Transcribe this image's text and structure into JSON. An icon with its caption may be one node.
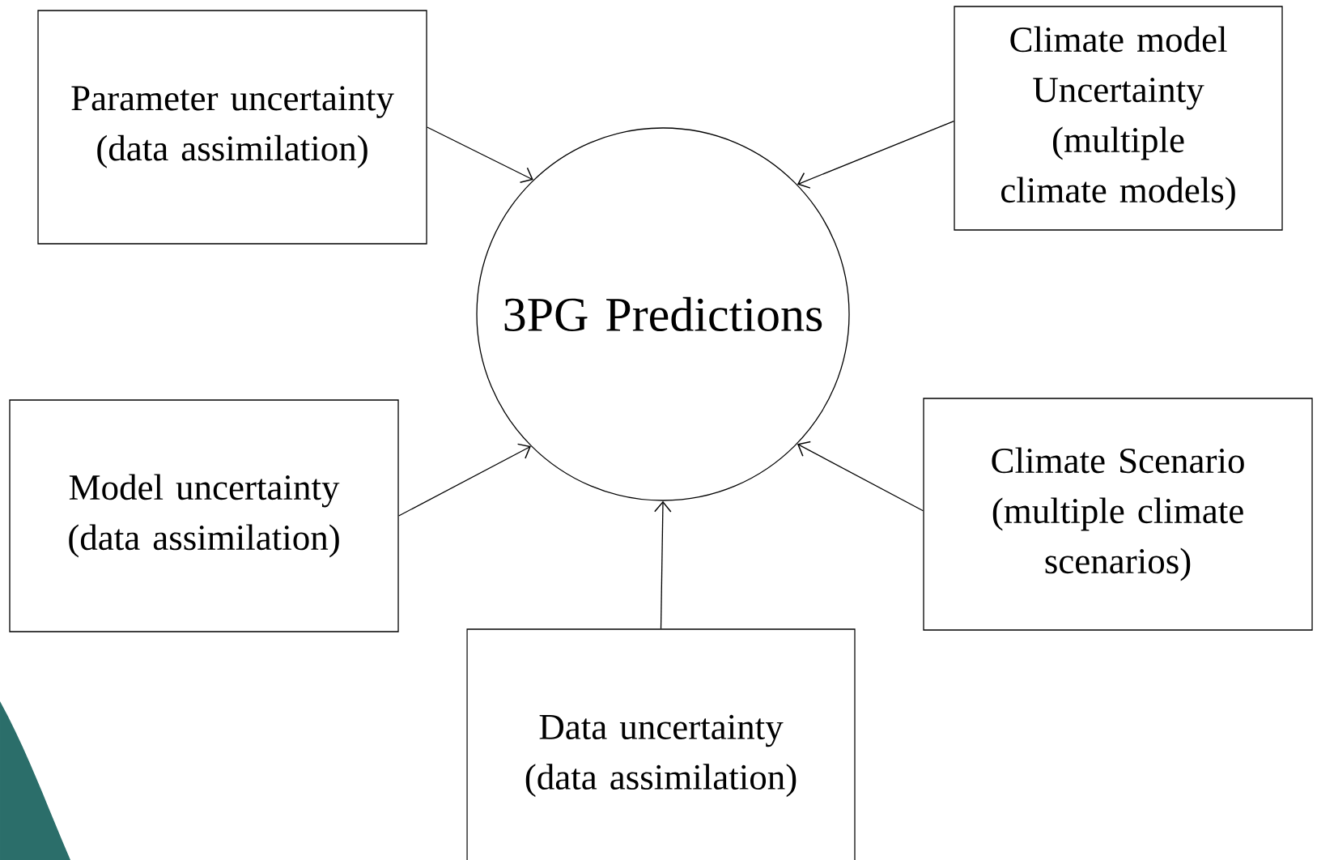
{
  "diagram": {
    "nodes": [
      {
        "text": [
          "Parameter uncertainty (data assimilation)"
        ]
      },
      {
        "text": [
          "Climate model Uncertainty (multiple climate models)"
        ]
      },
      {
        "text": [
          "3PG Predictions"
        ]
      },
      {
        "text": [
          "Model uncertainty (data assimilation)"
        ]
      },
      {
        "text": [
          "Climate Scenario (multiple climate scenarios)"
        ]
      },
      {
        "text": [
          "Data uncertainty (data assimilation)"
        ]
      }
    ],
    "edges": [
      {
        "from": 0,
        "to": 2,
        "arrow": "to"
      },
      {
        "from": 1,
        "to": 2,
        "arrow": "to"
      },
      {
        "from": 3,
        "to": 2,
        "arrow": "to"
      },
      {
        "from": 4,
        "to": 2,
        "arrow": "to"
      },
      {
        "from": 5,
        "to": 2,
        "arrow": "to"
      }
    ]
  }
}
